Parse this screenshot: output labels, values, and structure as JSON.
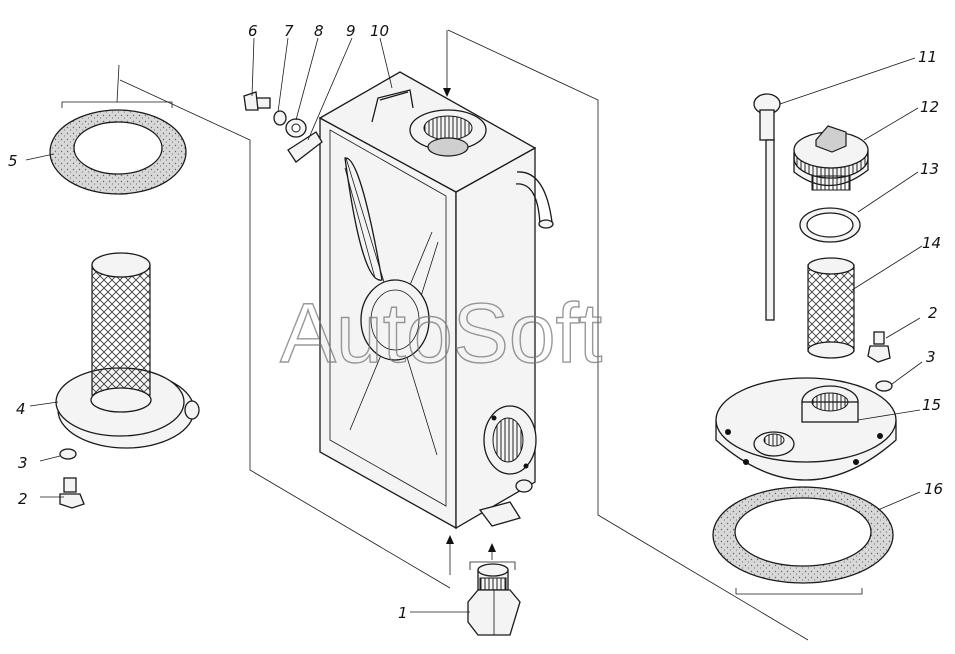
{
  "watermark": "AutoSoft",
  "callouts": [
    {
      "id": "c1",
      "text": "1"
    },
    {
      "id": "c2a",
      "text": "2"
    },
    {
      "id": "c2b",
      "text": "2"
    },
    {
      "id": "c3a",
      "text": "3"
    },
    {
      "id": "c3b",
      "text": "3"
    },
    {
      "id": "c4",
      "text": "4"
    },
    {
      "id": "c5",
      "text": "5"
    },
    {
      "id": "c6",
      "text": "6"
    },
    {
      "id": "c7",
      "text": "7"
    },
    {
      "id": "c8",
      "text": "8"
    },
    {
      "id": "c9",
      "text": "9"
    },
    {
      "id": "c10",
      "text": "10"
    },
    {
      "id": "c11",
      "text": "11"
    },
    {
      "id": "c12",
      "text": "12"
    },
    {
      "id": "c13",
      "text": "13"
    },
    {
      "id": "c14",
      "text": "14"
    },
    {
      "id": "c15",
      "text": "15"
    },
    {
      "id": "c16",
      "text": "16"
    }
  ]
}
